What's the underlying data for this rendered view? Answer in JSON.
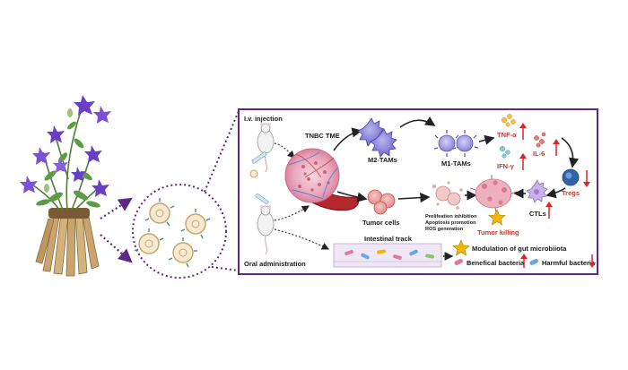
{
  "labels": {
    "iv_injection": "I.v. injection",
    "oral_administration": "Oral administration",
    "tnbc_tme": "TNBC TME",
    "m2_tams": "M2-TAMs",
    "m1_tams": "M1-TAMs",
    "tnf": "TNF-α",
    "ifn": "IFN-γ",
    "il6": "IL-6",
    "tregs": "Tregs",
    "ctls": "CTLs",
    "tumor_cells": "Tumor cells",
    "effect_1": "Prolifeation inhibition",
    "effect_2": "Apoptosis promotion",
    "effect_3": "ROS generation",
    "tumor_killing": "Tumor killing",
    "intestinal_track": "Intestinal track",
    "modulation": "Modulation of gut microbiiota",
    "beneficial": "Benefical bacteria",
    "harmful": "Harmful bacteria"
  },
  "colors": {
    "panel_border": "#5b2a86",
    "arrow_red": "#d62828",
    "text_dark": "#1a1a1a",
    "cytokine_red": "#c0392b",
    "treg_blue": "#2f64a8",
    "flower_purple": "#6a3fc8",
    "star_gold": "#f2b705"
  }
}
